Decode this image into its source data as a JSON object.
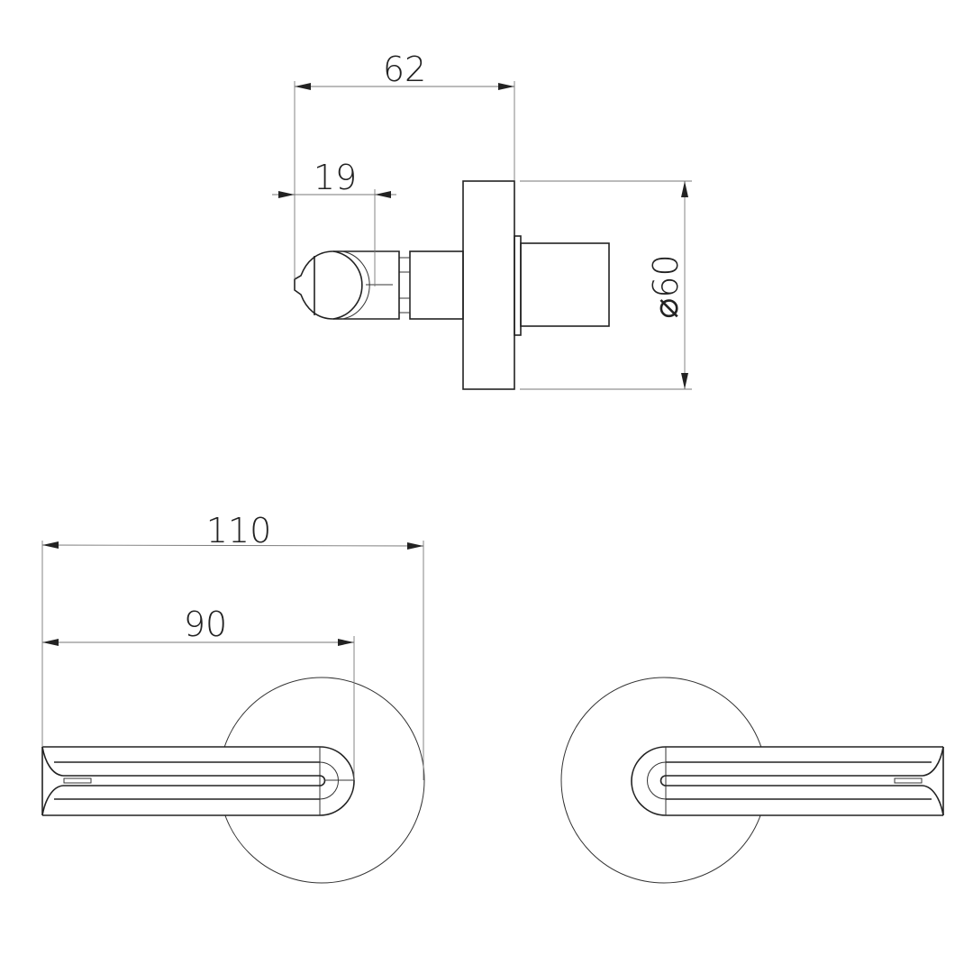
{
  "side_view": {
    "dim_overall_depth": "62",
    "dim_knob": "19",
    "dim_rosette_diameter": "⌀60"
  },
  "front_view": {
    "dim_lever_total": "110",
    "dim_lever_projection": "90"
  },
  "colors": {
    "line": "#222222",
    "dimension": "#777777",
    "background": "#ffffff"
  }
}
